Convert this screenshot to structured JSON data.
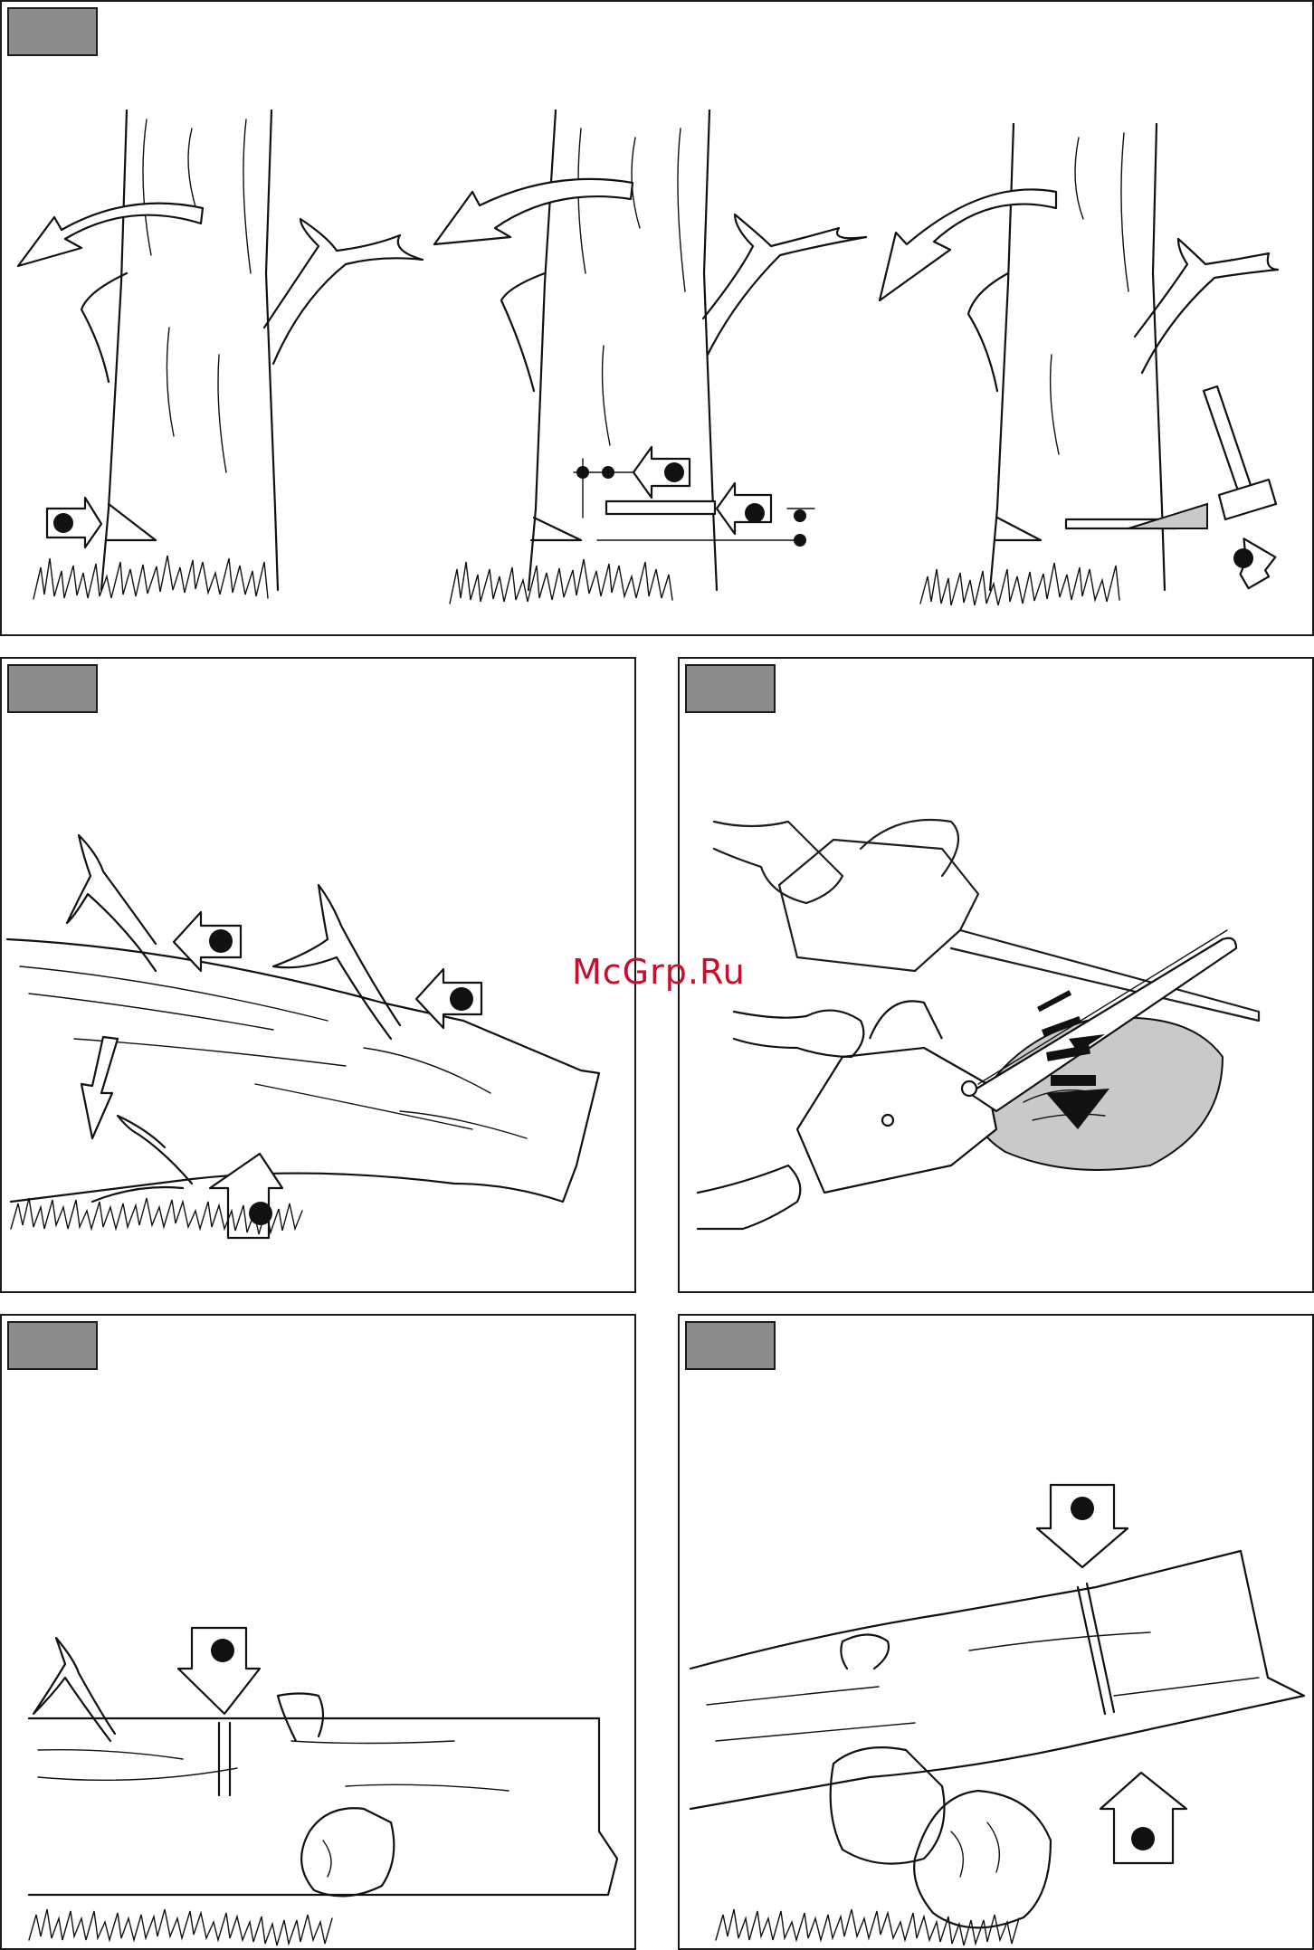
{
  "watermark": {
    "text": "McGrp.Ru",
    "color": "#c8102e"
  },
  "colors": {
    "label_tab": "#8c8c8c",
    "line": "#111111",
    "log_end_shade": "#c9c9c9"
  },
  "panels": [
    {
      "id": "felling",
      "label": ""
    },
    {
      "id": "limbing",
      "label": ""
    },
    {
      "id": "chainsaw-kickback",
      "label": ""
    },
    {
      "id": "bucking-ground",
      "label": ""
    },
    {
      "id": "bucking-supported",
      "label": ""
    }
  ]
}
